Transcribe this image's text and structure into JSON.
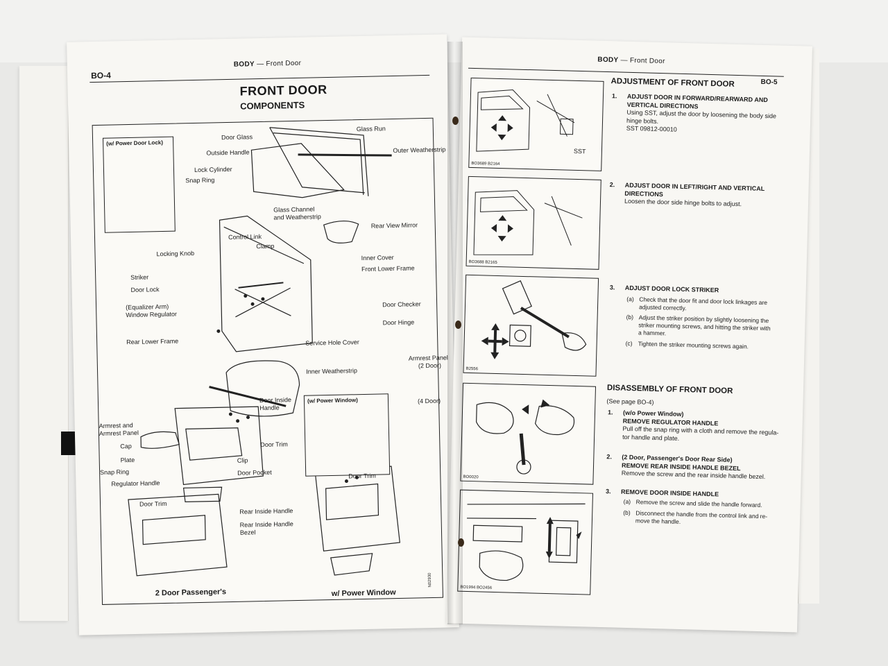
{
  "left_page": {
    "page_number": "BO-4",
    "running_head_section": "BODY",
    "running_head_dash": "—",
    "running_head_topic": "Front Door",
    "title": "FRONT DOOR",
    "subtitle": "COMPONENTS",
    "inset_power_door_lock": "(w/ Power Door Lock)",
    "inset_power_window": "(w/ Power Window)",
    "labels": {
      "glass_run": "Glass Run",
      "door_glass": "Door Glass",
      "outside_handle": "Outside Handle",
      "outer_weatherstrip": "Outer Weatherstrip",
      "lock_cylinder": "Lock Cylinder",
      "snap_ring_top": "Snap Ring",
      "glass_channel": "Glass Channel",
      "and_weatherstrip": "and Weatherstrip",
      "rear_view_mirror": "Rear View Mirror",
      "control_link": "Control Link",
      "clamp": "Clamp",
      "locking_knob": "Locking Knob",
      "inner_cover": "Inner Cover",
      "front_lower_frame": "Front Lower Frame",
      "striker": "Striker",
      "door_lock": "Door Lock",
      "equalizer_arm": "(Equalizer Arm)",
      "window_regulator": "Window Regulator",
      "door_checker": "Door Checker",
      "door_hinge": "Door Hinge",
      "rear_lower_frame": "Rear Lower Frame",
      "service_hole_cover": "Service Hole Cover",
      "inner_weatherstrip": "Inner Weatherstrip",
      "armrest_panel_2door_1": "Armrest Panel",
      "armrest_panel_2door_2": "(2 Door)",
      "armrest_4door": "(4 Door)",
      "door_inside_handle_1": "Door Inside",
      "door_inside_handle_2": "Handle",
      "armrest_and_1": "Armrest and",
      "armrest_and_2": "Armrest Panel",
      "cap": "Cap",
      "door_trim_mid": "Door Trim",
      "plate": "Plate",
      "clip": "Clip",
      "snap_ring_bottom": "Snap Ring",
      "door_pocket": "Door Pocket",
      "regulator_handle": "Regulator Handle",
      "door_trim_pw": "Door Trim",
      "door_trim_2dp": "Door Trim",
      "rear_inside_handle": "Rear Inside Handle",
      "rear_inside_handle_bezel_1": "Rear Inside Handle",
      "rear_inside_handle_bezel_2": "Bezel"
    },
    "caption_left": "2 Door Passenger's",
    "caption_right": "w/ Power Window",
    "figure_code": "N02930"
  },
  "right_page": {
    "page_number": "BO-5",
    "running_head_section": "BODY",
    "running_head_dash": "—",
    "running_head_topic": "Front Door",
    "adjustment_title": "ADJUSTMENT OF FRONT DOOR",
    "steps": [
      {
        "num": "1.",
        "heading_1": "ADJUST DOOR IN FORWARD/REARWARD AND",
        "heading_2": "VERTICAL DIRECTIONS",
        "body_1": "Using SST, adjust the door by loosening the body side",
        "body_2": "hinge bolts.",
        "body_3": "SST 09812-00010"
      },
      {
        "num": "2.",
        "heading_1": "ADJUST DOOR IN LEFT/RIGHT AND VERTICAL",
        "heading_2": "DIRECTIONS",
        "body_1": "Loosen the door side hinge bolts to adjust."
      },
      {
        "num": "3.",
        "heading_1": "ADJUST DOOR LOCK STRIKER"
      }
    ],
    "striker_subs": [
      {
        "k": "(a)",
        "l1": "Check that the door fit and door lock linkages are",
        "l2": "adjusted correctly."
      },
      {
        "k": "(b)",
        "l1": "Adjust the striker position by slightly loosening the",
        "l2": "striker mounting screws, and hitting the striker with",
        "l3": "a hammer."
      },
      {
        "k": "(c)",
        "l1": "Tighten the striker mounting screws again."
      }
    ],
    "disassembly_title": "DISASSEMBLY OF FRONT DOOR",
    "see_page": "(See page BO-4)",
    "dis_steps": [
      {
        "num": "1.",
        "h1": "(w/o Power Window)",
        "h2": "REMOVE REGULATOR HANDLE",
        "b1": "Pull off the snap ring with a cloth and remove the regula-",
        "b2": "tor handle and plate."
      },
      {
        "num": "2.",
        "h1": "(2 Door, Passenger's Door Rear Side)",
        "h2": "REMOVE REAR INSIDE HANDLE BEZEL",
        "b1": "Remove the screw and the rear inside handle bezel."
      },
      {
        "num": "3.",
        "h1": "REMOVE DOOR INSIDE HANDLE"
      }
    ],
    "handle_subs": [
      {
        "k": "(a)",
        "l1": "Remove the screw and slide the handle forward."
      },
      {
        "k": "(b)",
        "l1": "Disconnect the handle from the control link and re-",
        "l2": "move the handle."
      }
    ],
    "figures": [
      {
        "code": "BO3689 B2164",
        "label": "SST"
      },
      {
        "code": "BO3688 B2165"
      },
      {
        "code": "B2556"
      },
      {
        "code": "BO0020"
      },
      {
        "code": "BO1994 BO2456"
      }
    ]
  }
}
